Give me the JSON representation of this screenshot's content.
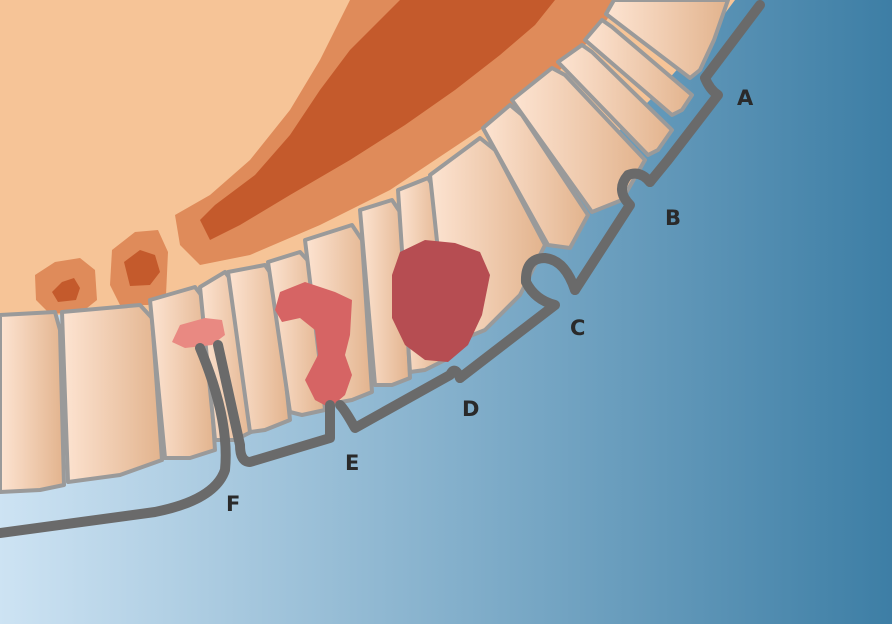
{
  "diagram": {
    "labels": [
      {
        "id": "A",
        "text": "A"
      },
      {
        "id": "B",
        "text": "B"
      },
      {
        "id": "C",
        "text": "C"
      },
      {
        "id": "D",
        "text": "D"
      },
      {
        "id": "E",
        "text": "E"
      },
      {
        "id": "F",
        "text": "F"
      }
    ]
  },
  "colors": {
    "background_light": "#cde3f3",
    "background_dark": "#3d7ea5",
    "outer_tissue": "#f6c497",
    "middle_band": "#df8b5a",
    "inner_band": "#c45a2c",
    "cell_fill": "#f0cdb0",
    "cell_outline": "#9a9a9a",
    "basement_line": "#6a6a6a",
    "lesion_dark": "#b64d52",
    "lesion_medium": "#d66464",
    "lesion_light": "#e98982",
    "label_text": "#2a2a2a"
  }
}
